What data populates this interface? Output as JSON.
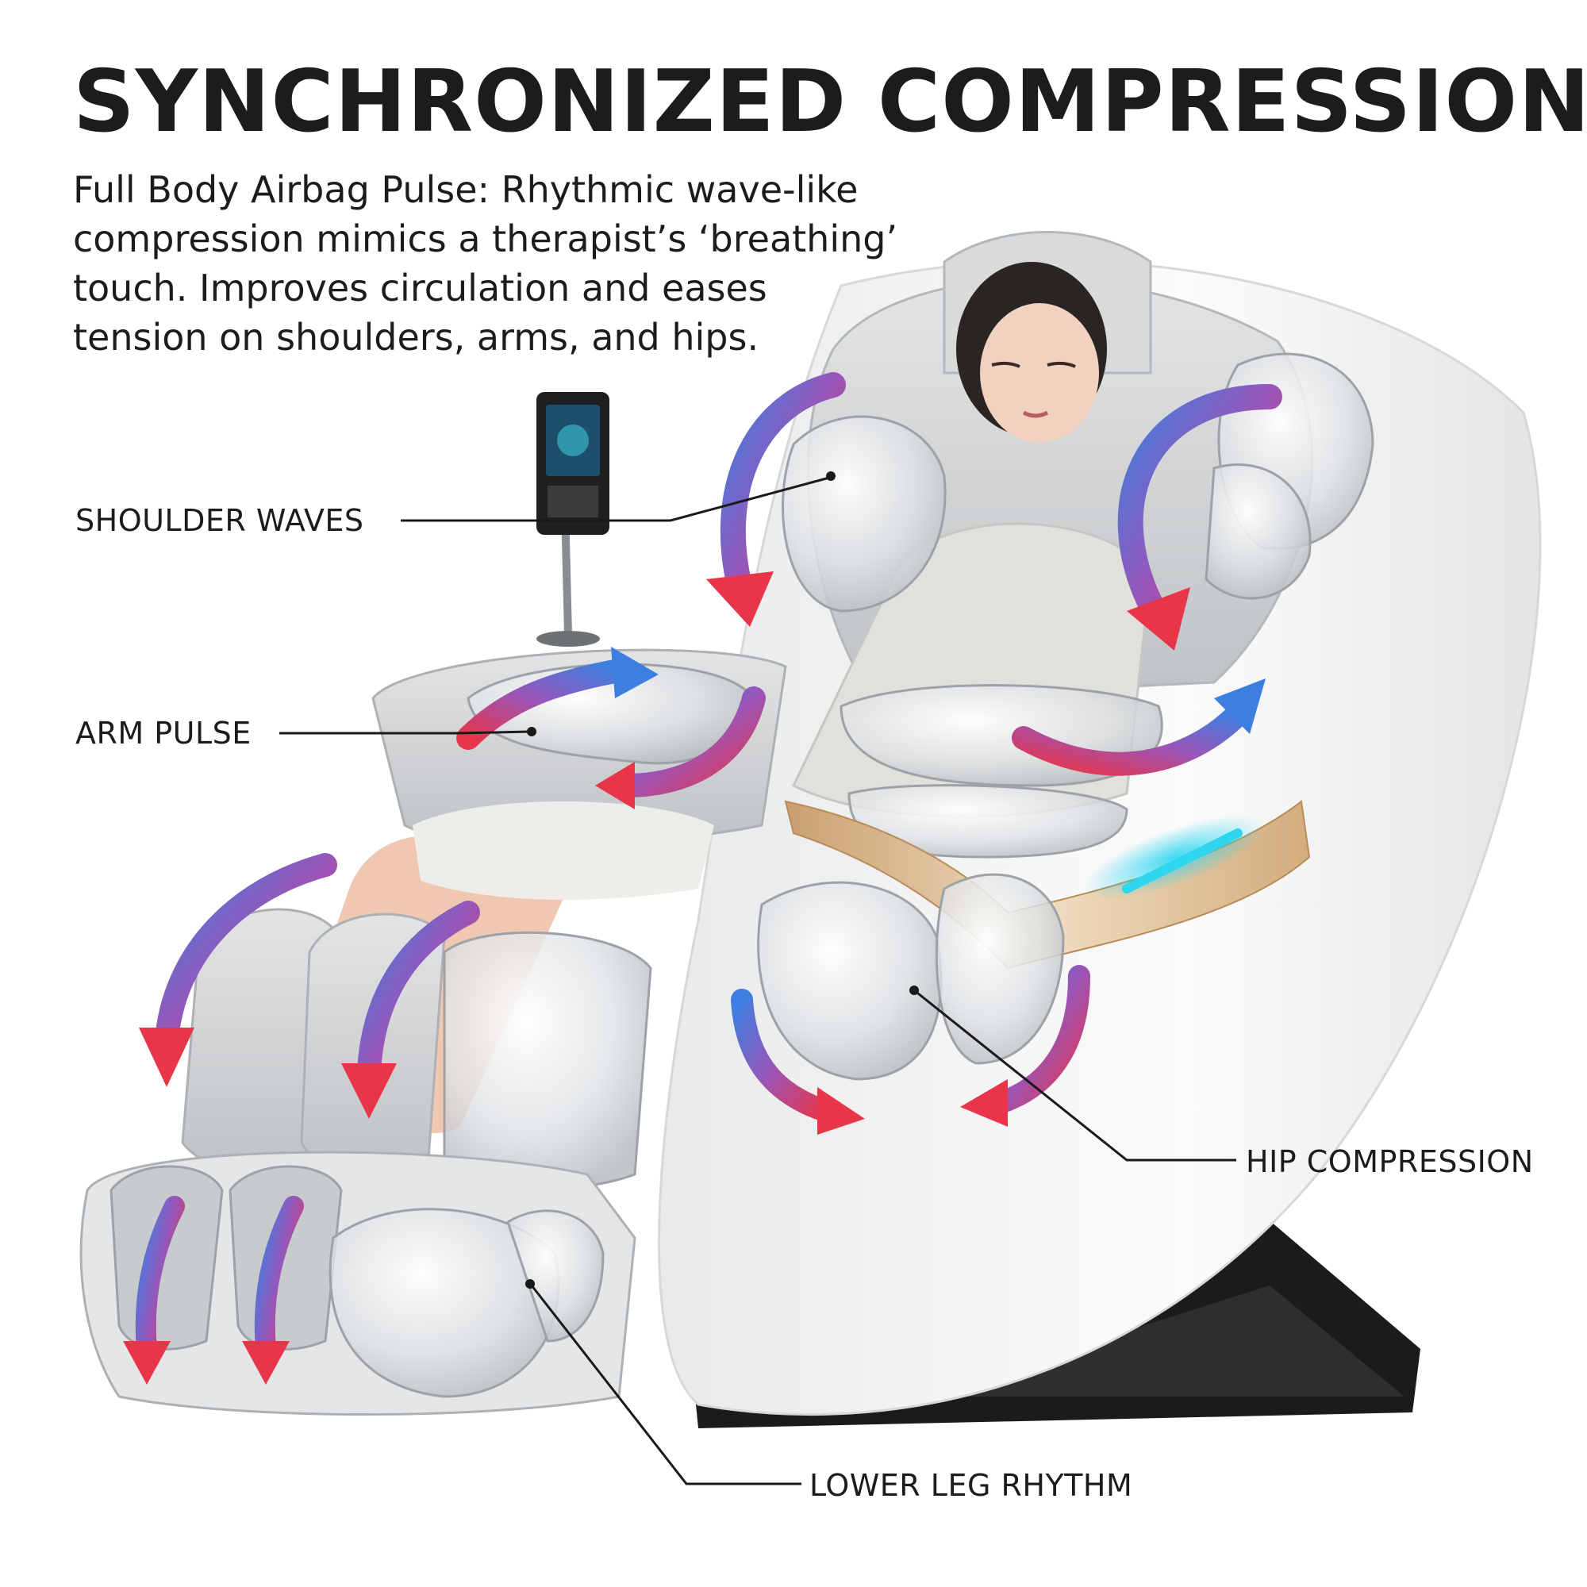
{
  "headline": "SYNCHRONIZED COMPRESSION",
  "description": {
    "line1": "Full Body Airbag Pulse: Rhythmic wave-like",
    "line2": "compression mimics a therapist’s ‘breathing’",
    "line3": "touch. Improves circulation and eases",
    "line4": "tension on shoulders, arms, and hips."
  },
  "callouts": {
    "shoulder": "SHOULDER WAVES",
    "arm": "ARM PULSE",
    "hip": "HIP COMPRESSION",
    "leg": "LOWER LEG RHYTHM"
  },
  "colors": {
    "arrow_blue": "#3d7fe0",
    "arrow_red": "#e8354a",
    "chair_white": "#f6f6f6",
    "chair_grey": "#cfd1d3",
    "accent_gold": "#d9b888",
    "light_cyan": "#2fd6f0",
    "base_black": "#1b1b1b"
  },
  "icons": {
    "remote": "remote-control-icon",
    "flow_arrow": "flow-arrow-icon"
  }
}
